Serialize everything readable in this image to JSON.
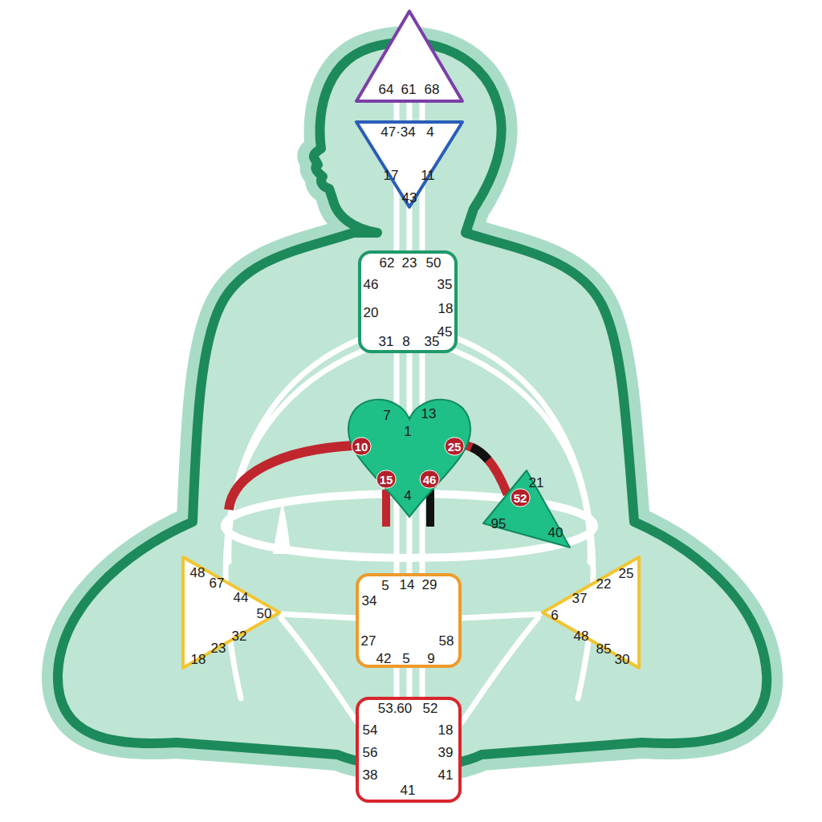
{
  "diagram": {
    "nodes": [
      {
        "text": [
          "64",
          "61",
          "68"
        ]
      },
      {
        "text": [
          "47·34",
          "4",
          "17",
          "11",
          "43"
        ]
      },
      {
        "text": [
          "62",
          "23",
          "50",
          "46",
          "35",
          "20",
          "18",
          "45",
          "31",
          "8",
          "35"
        ]
      },
      {
        "text": [
          "7",
          "13",
          "1",
          "10",
          "25",
          "15",
          "46",
          "4"
        ]
      },
      {
        "text": [
          "21",
          "52",
          "95",
          "40"
        ]
      },
      {
        "text": [
          "48",
          "67",
          "44",
          "50",
          "32",
          "23",
          "18"
        ]
      },
      {
        "text": [
          "5",
          "14",
          "29",
          "34",
          "27",
          "58",
          "42",
          "5",
          "9"
        ]
      },
      {
        "text": [
          "25",
          "22",
          "37",
          "6",
          "48",
          "85",
          "30"
        ]
      },
      {
        "text": [
          "53.60",
          "52",
          "54",
          "18",
          "56",
          "39",
          "38",
          "41",
          "41"
        ]
      }
    ],
    "edges": [
      {
        "from": 3,
        "to": 4,
        "arrow": "none"
      }
    ]
  }
}
